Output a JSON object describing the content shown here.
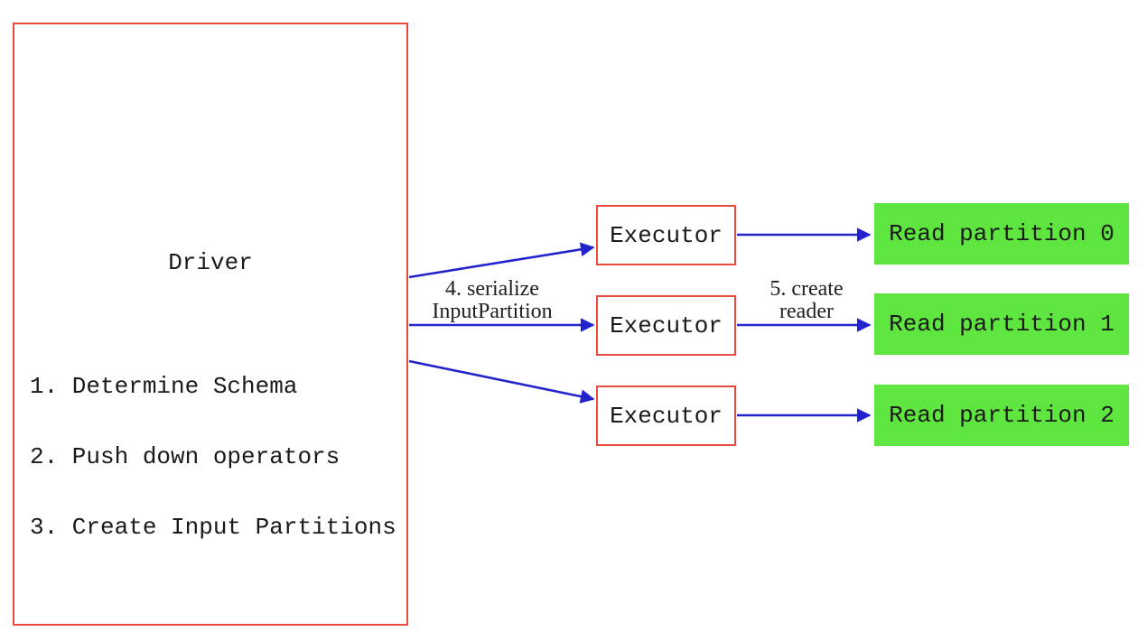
{
  "diagram": {
    "driver": {
      "title": "Driver",
      "steps": [
        "1. Determine Schema",
        "2. Push down operators",
        "3. Create Input Partitions"
      ]
    },
    "executors": [
      {
        "label": "Executor"
      },
      {
        "label": "Executor"
      },
      {
        "label": "Executor"
      }
    ],
    "partitions": [
      {
        "label": "Read partition 0"
      },
      {
        "label": "Read partition 1"
      },
      {
        "label": "Read partition 2"
      }
    ],
    "edge_labels": {
      "serialize_step": {
        "line1": "4. serialize",
        "line2": "InputPartition"
      },
      "create_reader_step": {
        "line1": "5. create",
        "line2": "reader"
      }
    },
    "colors": {
      "box_border_red": "#e74b40",
      "arrow_blue": "#2323cd",
      "partition_green": "#5fe53f"
    }
  }
}
